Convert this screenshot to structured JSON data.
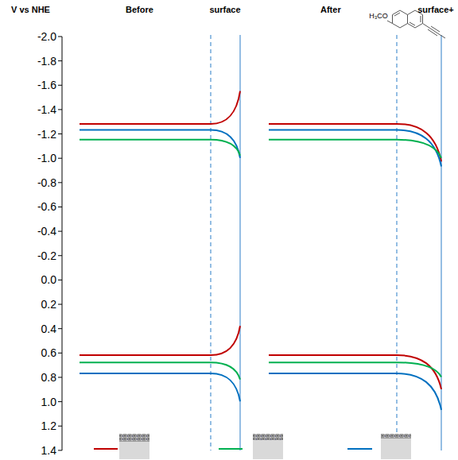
{
  "diagram": {
    "labels": [
      "V vs NHE",
      "Before",
      "surface",
      "After",
      "surface+",
      "H₃CO",
      "-2.0",
      "-1.8",
      "-1.6",
      "-1.4",
      "-1.2",
      "-1.0",
      "-0.8",
      "-0.6",
      "-0.4",
      "-0.2",
      "0.0",
      "0.2",
      "0.4",
      "0.6",
      "0.8",
      "1.0",
      "1.2",
      "1.4"
    ]
  }
}
